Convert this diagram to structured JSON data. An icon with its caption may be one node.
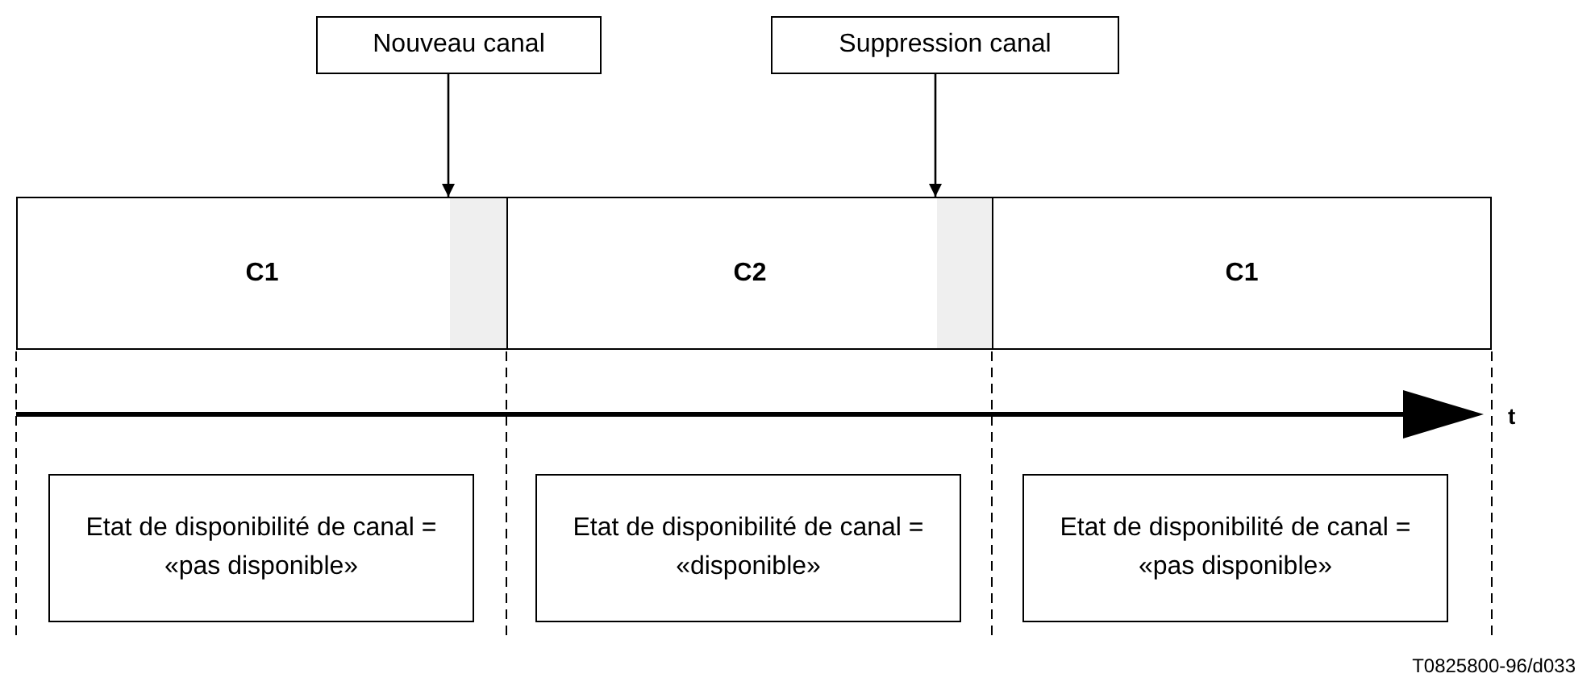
{
  "diagram": {
    "nodes": [
      {
        "text": [
          "Nouveau canal"
        ]
      },
      {
        "text": [
          "Suppression canal"
        ]
      },
      {
        "text": [
          "C1"
        ]
      },
      {
        "text": [
          "C2"
        ]
      },
      {
        "text": [
          "C1"
        ]
      },
      {
        "text": [
          "Etat de disponibilité de canal = «pas disponible»"
        ]
      },
      {
        "text": [
          "Etat de disponibilité de canal = «disponible»"
        ]
      },
      {
        "text": [
          "Etat de disponibilité de canal = «pas disponible»"
        ]
      },
      {
        "text": [],
        "shape": "box",
        "in": 2
      },
      {
        "text": [],
        "shape": "box",
        "in": 3
      }
    ],
    "edges": [
      {
        "from": 0,
        "to": 2,
        "arrow": "to"
      },
      {
        "from": 1,
        "to": 3,
        "arrow": "to"
      }
    ],
    "labels": [
      "t",
      "T0825800-96/d033"
    ]
  }
}
